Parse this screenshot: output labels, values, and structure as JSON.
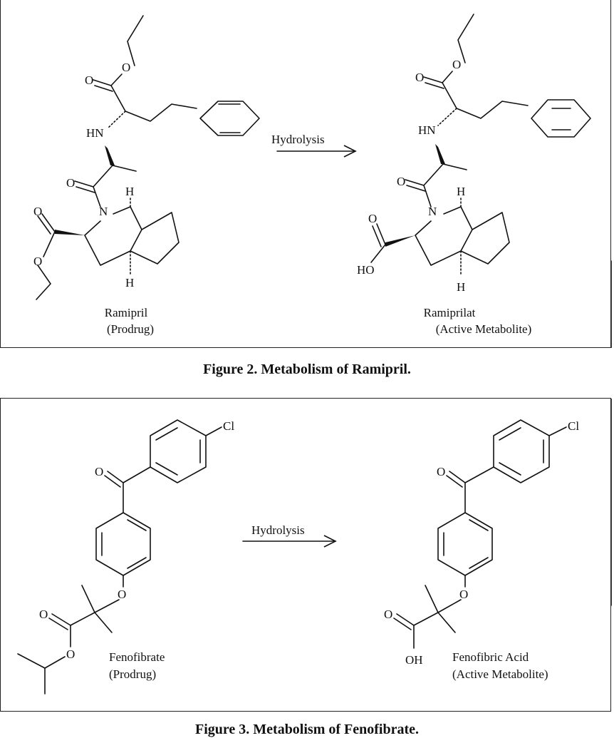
{
  "figure2": {
    "caption": "Figure 2. Metabolism of Ramipril.",
    "arrow_label": "Hydrolysis",
    "left": {
      "name": "Ramipril",
      "role": "(Prodrug)"
    },
    "right": {
      "name": "Ramiprilat",
      "role": "(Active Metabolite)"
    },
    "atoms": {
      "O": "O",
      "NH": "HN",
      "N": "N",
      "H": "H",
      "HO": "HO"
    }
  },
  "figure3": {
    "caption": "Figure 3. Metabolism of Fenofibrate.",
    "arrow_label": "Hydrolysis",
    "left": {
      "name": "Fenofibrate",
      "role": "(Prodrug)"
    },
    "right": {
      "name": "Fenofibric Acid",
      "role": "(Active Metabolite)"
    },
    "atoms": {
      "Cl": "Cl",
      "O": "O",
      "OH": "OH"
    }
  }
}
